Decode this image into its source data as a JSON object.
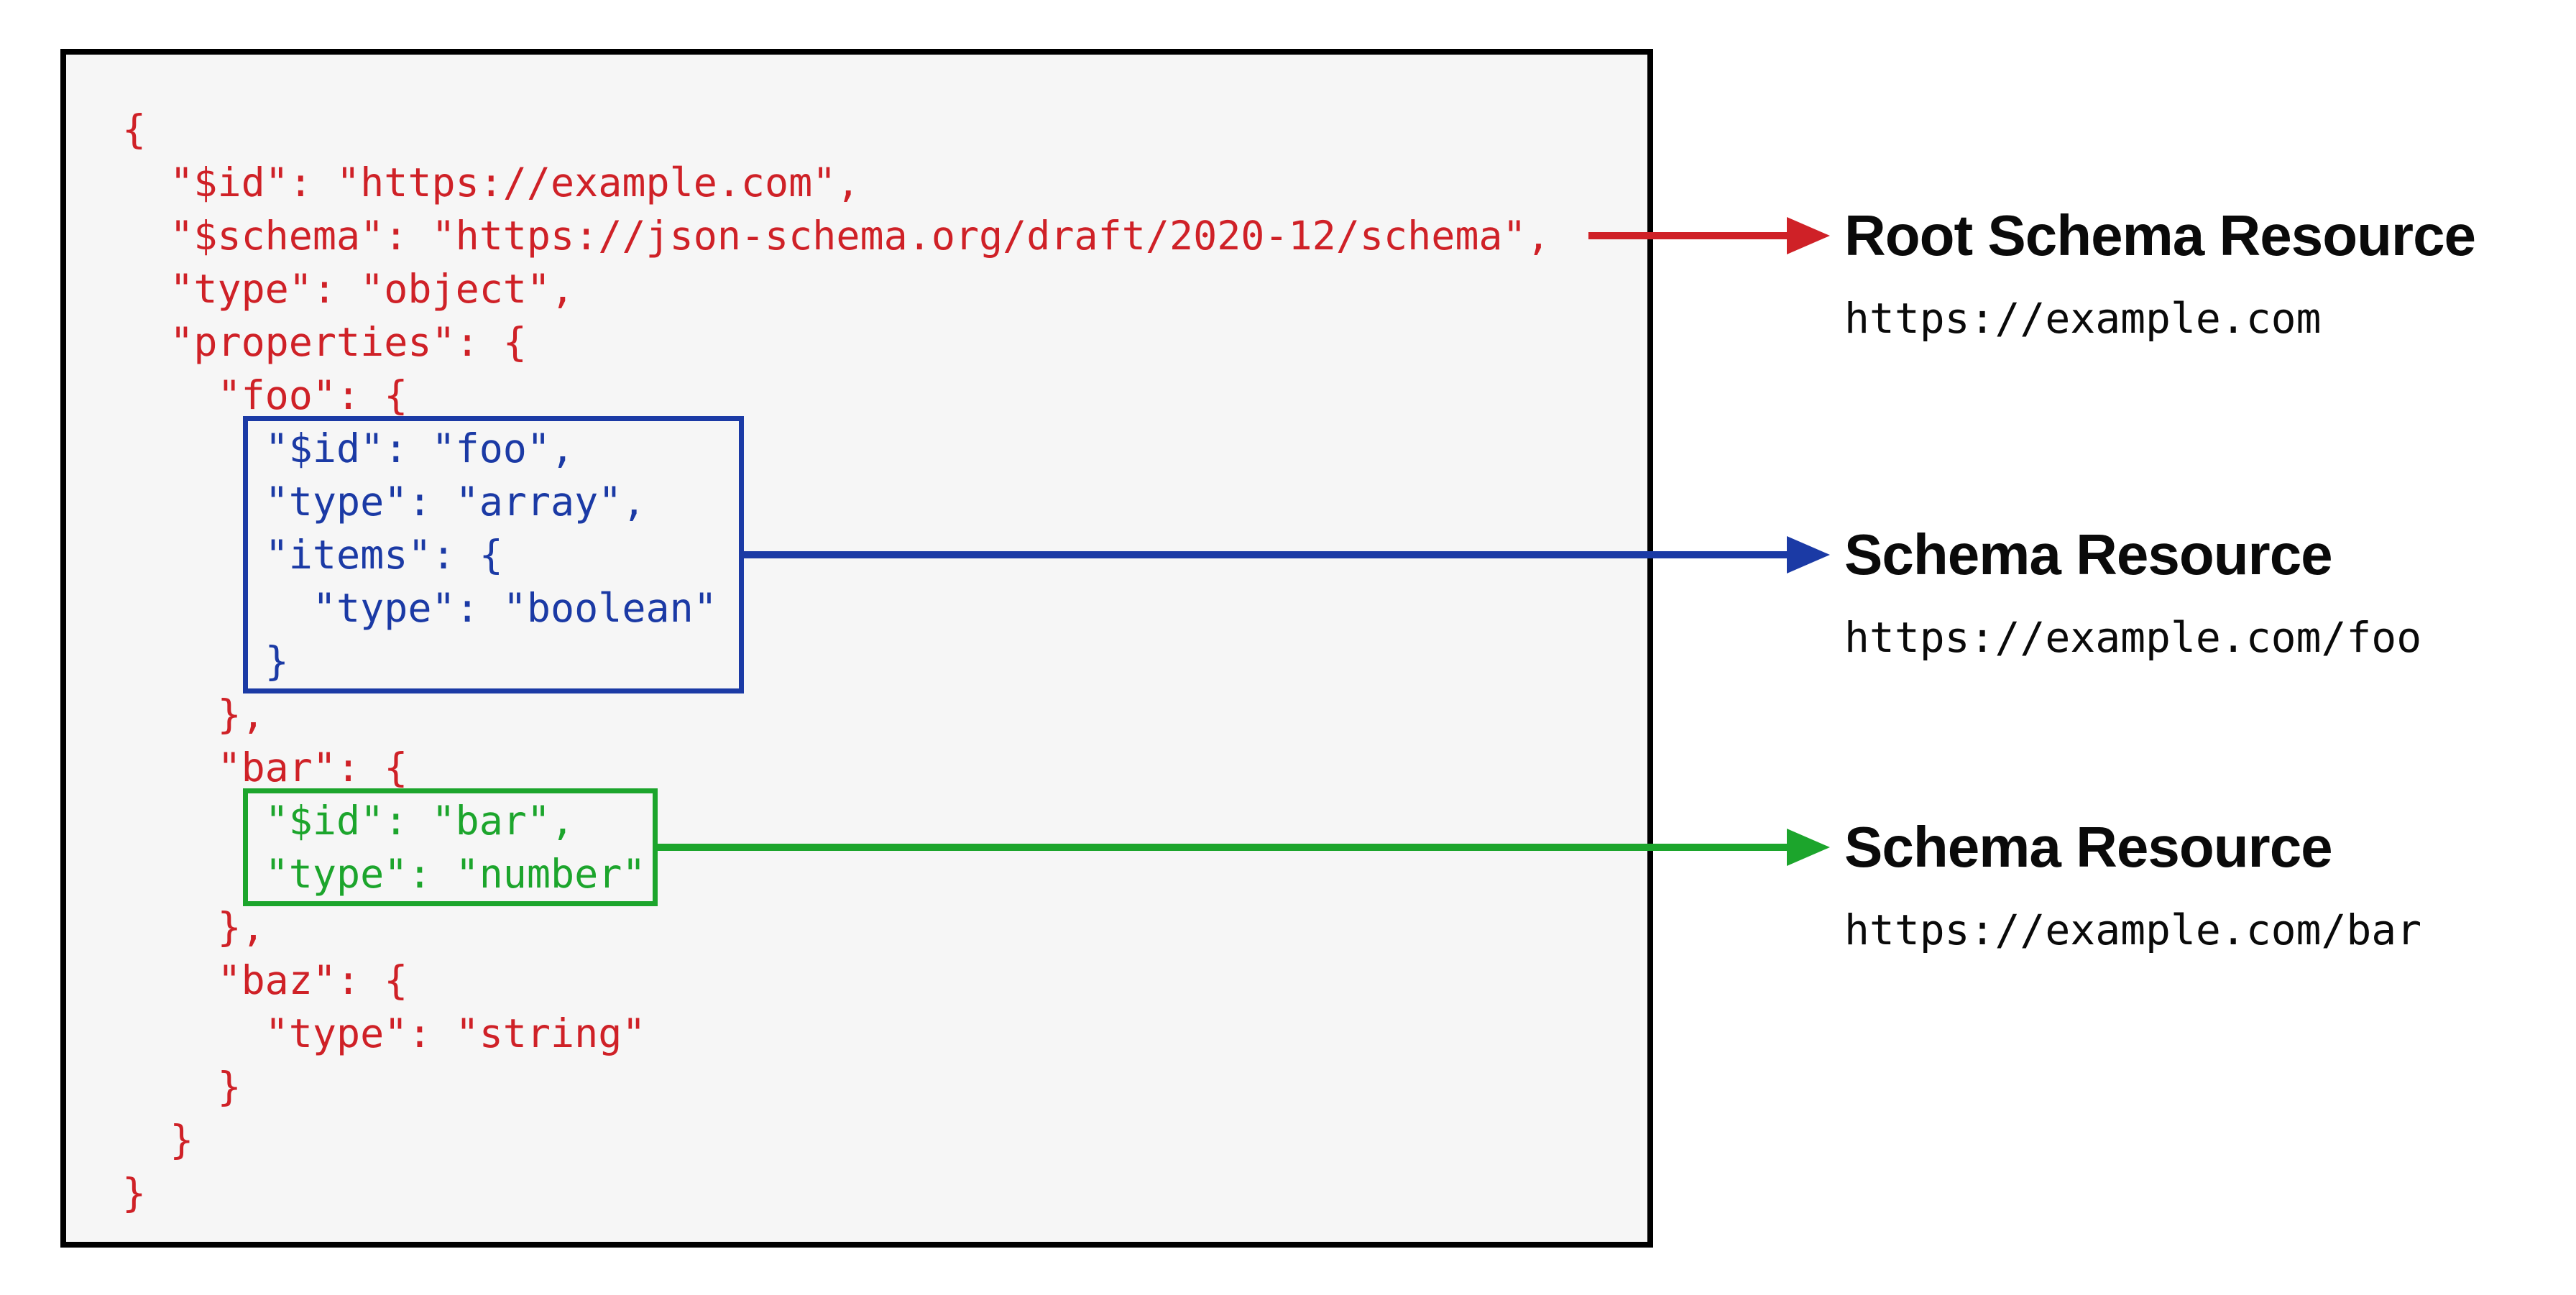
{
  "colors": {
    "red": "#cf2127",
    "blue": "#1b3aa5",
    "green": "#1ca52c",
    "label": "#0a0a0a",
    "panel_bg": "#f6f6f6",
    "panel_border": "#000000"
  },
  "code": {
    "lines": [
      {
        "text": "{",
        "color": "red"
      },
      {
        "text": "  \"$id\": \"https://example.com\",",
        "color": "red"
      },
      {
        "text": "  \"$schema\": \"https://json-schema.org/draft/2020-12/schema\",",
        "color": "red"
      },
      {
        "text": "  \"type\": \"object\",",
        "color": "red"
      },
      {
        "text": "  \"properties\": {",
        "color": "red"
      },
      {
        "text": "    \"foo\": {",
        "color": "red"
      },
      {
        "text": "      \"$id\": \"foo\",",
        "color": "blue"
      },
      {
        "text": "      \"type\": \"array\",",
        "color": "blue"
      },
      {
        "text": "      \"items\": {",
        "color": "blue"
      },
      {
        "text": "        \"type\": \"boolean\"",
        "color": "blue"
      },
      {
        "text": "      }",
        "color": "blue"
      },
      {
        "text": "    },",
        "color": "red"
      },
      {
        "text": "    \"bar\": {",
        "color": "red"
      },
      {
        "text": "      \"$id\": \"bar\",",
        "color": "green"
      },
      {
        "text": "      \"type\": \"number\"",
        "color": "green"
      },
      {
        "text": "    },",
        "color": "red"
      },
      {
        "text": "    \"baz\": {",
        "color": "red"
      },
      {
        "text": "      \"type\": \"string\"",
        "color": "red"
      },
      {
        "text": "    }",
        "color": "red"
      },
      {
        "text": "  }",
        "color": "red"
      },
      {
        "text": "}",
        "color": "red"
      }
    ]
  },
  "annotations": [
    {
      "title": "Root Schema Resource",
      "url": "https://example.com",
      "color_name": "red"
    },
    {
      "title": "Schema Resource",
      "url": "https://example.com/foo",
      "color_name": "blue"
    },
    {
      "title": "Schema Resource",
      "url": "https://example.com/bar",
      "color_name": "green"
    }
  ]
}
